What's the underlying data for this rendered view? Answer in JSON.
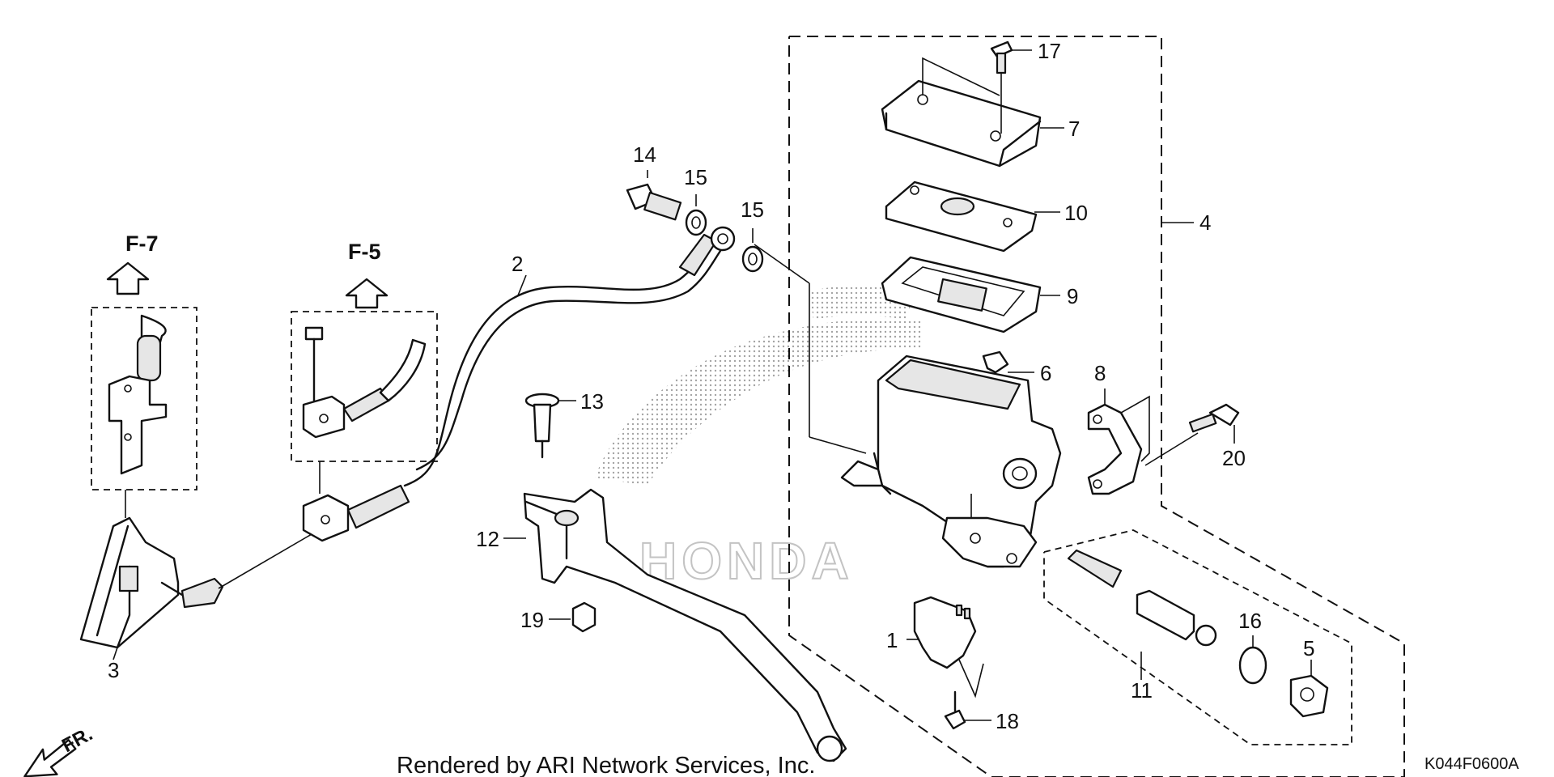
{
  "refs": {
    "f7": "F-7",
    "f5": "F-5"
  },
  "callouts": {
    "n1": "1",
    "n2": "2",
    "n3": "3",
    "n4": "4",
    "n5": "5",
    "n6": "6",
    "n7": "7",
    "n8": "8",
    "n9": "9",
    "n10": "10",
    "n11": "11",
    "n12": "12",
    "n13": "13",
    "n14": "14",
    "n15a": "15",
    "n15b": "15",
    "n16": "16",
    "n17": "17",
    "n18": "18",
    "n19": "19",
    "n20": "20"
  },
  "direction": "FR.",
  "watermark": "HONDA",
  "credit": "Rendered by ARI Network Services, Inc.",
  "diagram_code": "K044F0600A"
}
